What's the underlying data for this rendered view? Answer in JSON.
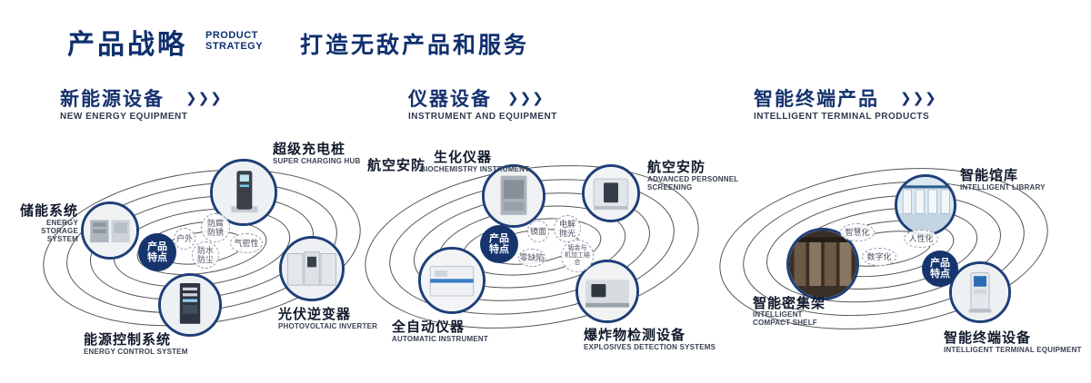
{
  "header": {
    "title": "产品战略",
    "subtitle_line1": "PRODUCT",
    "subtitle_line2": "STRATEGY",
    "slogan": "打造无敌产品和服务",
    "arrows_icon": "❯❯❯"
  },
  "sections": [
    {
      "title": "新能源设备",
      "subtitle": "NEW ENERGY EQUIPMENT",
      "badge": "产品\n特点",
      "features": [
        "防腐\n防锈",
        "户外",
        "气密性",
        "防水\n防尘"
      ],
      "products": [
        {
          "name": "超级充电桩",
          "en": "SUPER CHARGING HUB"
        },
        {
          "name": "储能系统",
          "en": "ENERGY STORAGE SYSTEM"
        },
        {
          "name": "光伏逆变器",
          "en": "PHOTOVOLTAIC INVERTER"
        },
        {
          "name": "能源控制系统",
          "en": "ENERGY CONTROL SYSTEM"
        }
      ]
    },
    {
      "title": "仪器设备",
      "subtitle": "INSTRUMENT AND EQUIPMENT",
      "badge": "产品\n特点",
      "extra_label": "航空安防",
      "features": [
        "镜面",
        "电解\n抛光",
        "零缺陷",
        "钣金与\n机加工结合"
      ],
      "products": [
        {
          "name": "生化仪器",
          "en": "BIOCHEMISTRY INSTRUMENT"
        },
        {
          "name": "航空安防",
          "en": "ADVANCED PERSONNEL SCREENING"
        },
        {
          "name": "全自动仪器",
          "en": "AUTOMATIC INSTRUMENT"
        },
        {
          "name": "爆炸物检测设备",
          "en": "EXPLOSIVES DETECTION SYSTEMS"
        }
      ]
    },
    {
      "title": "智能终端产品",
      "subtitle": "INTELLIGENT TERMINAL PRODUCTS",
      "badge": "产品\n特点",
      "features": [
        "智慧化",
        "人性化",
        "数字化"
      ],
      "products": [
        {
          "name": "智能馆库",
          "en": "INTELLIGENT LIBRARY"
        },
        {
          "name": "智能密集架",
          "en": "INTELLIGENT COMPACT SHELF"
        },
        {
          "name": "智能终端设备",
          "en": "INTELLIGENT TERMINAL EQUIPMENT"
        }
      ]
    }
  ]
}
